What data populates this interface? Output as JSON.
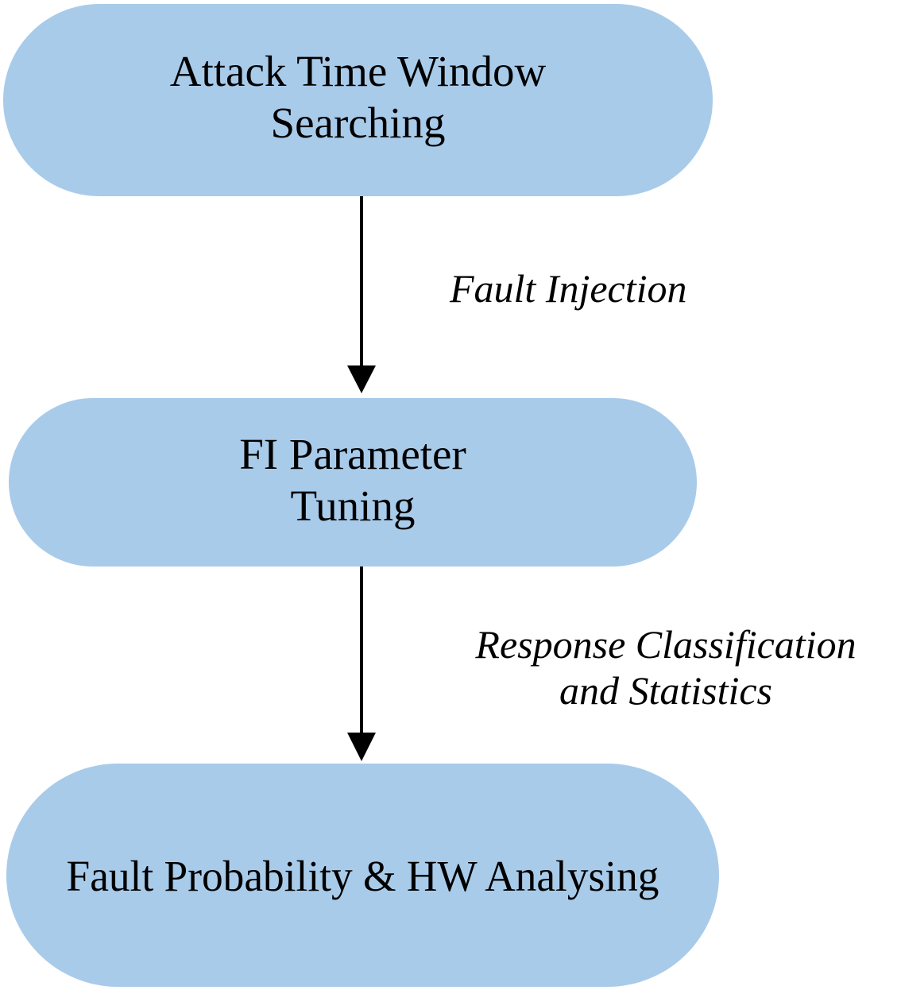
{
  "diagram": {
    "type": "flowchart",
    "orientation": "vertical",
    "background_color": "#ffffff",
    "node_fill_color": "#a9cbea",
    "text_color": "#000000",
    "connector_color": "#000000",
    "nodes": [
      {
        "id": "attack-time-window-searching",
        "label": "Attack Time Window\nSearching",
        "shape": "stadium"
      },
      {
        "id": "fi-parameter-tuning",
        "label": "FI Parameter\nTuning",
        "shape": "stadium"
      },
      {
        "id": "fault-probability-hw-analysing",
        "label": "Fault Probability & HW Analysing",
        "shape": "stadium"
      }
    ],
    "edges": [
      {
        "id": "edge-fault-injection",
        "from": "attack-time-window-searching",
        "to": "fi-parameter-tuning",
        "label": "Fault Injection",
        "arrowhead": "filled-triangle"
      },
      {
        "id": "edge-response-classification",
        "from": "fi-parameter-tuning",
        "to": "fault-probability-hw-analysing",
        "label": "Response Classification\nand Statistics",
        "arrowhead": "filled-triangle"
      }
    ]
  }
}
